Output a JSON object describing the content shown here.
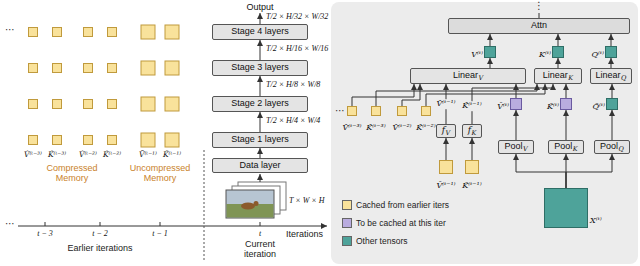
{
  "diagram": {
    "nodes": [
      {
        "text": [
          "Output"
        ]
      },
      {
        "text": [
          "Stage 4 layers"
        ]
      },
      {
        "text": [
          "Stage 3 layers"
        ]
      },
      {
        "text": [
          "Stage 2 layers"
        ]
      },
      {
        "text": [
          "Stage 1 layers"
        ]
      },
      {
        "text": [
          "Data layer"
        ]
      },
      {
        "text": [
          "Attn"
        ]
      },
      {
        "text": [
          "V⁽ᵗ⁾"
        ]
      },
      {
        "text": [
          "K⁽ᵗ⁾"
        ]
      },
      {
        "text": [
          "Q⁽ᵗ⁾"
        ]
      },
      {
        "text": [
          "Linear",
          "V"
        ]
      },
      {
        "text": [
          "Linear",
          "K"
        ]
      },
      {
        "text": [
          "Linear",
          "Q"
        ]
      },
      {
        "text": [
          "V̂⁽ᵗ⁻³⁾"
        ]
      },
      {
        "text": [
          "K̂⁽ᵗ⁻³⁾"
        ]
      },
      {
        "text": [
          "V̂⁽ᵗ⁻²⁾"
        ]
      },
      {
        "text": [
          "K̂⁽ᵗ⁻²⁾"
        ]
      },
      {
        "text": [
          "Ṽ⁽ᵗ⁾"
        ]
      },
      {
        "text": [
          "K̃⁽ᵗ⁾"
        ]
      },
      {
        "text": [
          "Q̃⁽ᵗ⁾"
        ]
      },
      {
        "text": [
          "f",
          "V"
        ]
      },
      {
        "text": [
          "f",
          "K"
        ]
      },
      {
        "text": [
          "Pool",
          "V"
        ]
      },
      {
        "text": [
          "Pool",
          "K"
        ]
      },
      {
        "text": [
          "Pool",
          "Q"
        ]
      },
      {
        "text": [
          "Ṽ⁽ᵗ⁻¹⁾"
        ]
      },
      {
        "text": [
          "K̃⁽ᵗ⁻¹⁾"
        ]
      },
      {
        "text": [
          "X⁽ᵗ⁾"
        ]
      }
    ],
    "edges": [
      {
        "from": 5,
        "to": 4,
        "arrow": "to"
      },
      {
        "from": 4,
        "to": 3,
        "arrow": "to"
      },
      {
        "from": 3,
        "to": 2,
        "arrow": "to"
      },
      {
        "from": 2,
        "to": 1,
        "arrow": "to"
      },
      {
        "from": 1,
        "to": 0,
        "arrow": "to"
      },
      {
        "from": 7,
        "to": 6,
        "arrow": "to"
      },
      {
        "from": 8,
        "to": 6,
        "arrow": "to"
      },
      {
        "from": 9,
        "to": 6,
        "arrow": "to"
      },
      {
        "from": 10,
        "to": 7,
        "arrow": "to"
      },
      {
        "from": 11,
        "to": 8,
        "arrow": "to"
      },
      {
        "from": 12,
        "to": 9,
        "arrow": "to"
      },
      {
        "from": 13,
        "to": 10,
        "arrow": "to"
      },
      {
        "from": 15,
        "to": 10,
        "arrow": "to"
      },
      {
        "from": 14,
        "to": 11,
        "arrow": "to"
      },
      {
        "from": 16,
        "to": 11,
        "arrow": "to"
      },
      {
        "from": 17,
        "to": 10,
        "arrow": "to"
      },
      {
        "from": 18,
        "to": 11,
        "arrow": "to"
      },
      {
        "from": 19,
        "to": 12,
        "arrow": "to"
      },
      {
        "from": 20,
        "to": 10,
        "label": "V̂⁽ᵗ⁻¹⁾",
        "arrow": "to"
      },
      {
        "from": 21,
        "to": 11,
        "label": "K̂⁽ᵗ⁻¹⁾",
        "arrow": "to"
      },
      {
        "from": 22,
        "to": 17,
        "arrow": "to"
      },
      {
        "from": 23,
        "to": 18,
        "arrow": "to"
      },
      {
        "from": 24,
        "to": 19,
        "arrow": "to"
      },
      {
        "from": 25,
        "to": 20,
        "arrow": "to"
      },
      {
        "from": 26,
        "to": 21,
        "arrow": "to"
      },
      {
        "from": 27,
        "to": 22,
        "arrow": "to"
      },
      {
        "from": 27,
        "to": 23,
        "arrow": "to"
      },
      {
        "from": 27,
        "to": 24,
        "arrow": "to"
      }
    ],
    "labels": [
      "⋯",
      "T/2 × H/32 × W/32",
      "T/2 × H/16 × W/16",
      "T/2 × H/8 × W/8",
      "T/2 × H/4 × W/4",
      "V̂⁽ᵗ⁻³⁾",
      "K̂⁽ᵗ⁻³⁾",
      "V̂⁽ᵗ⁻²⁾",
      "K̂⁽ᵗ⁻²⁾",
      "Ṽ⁽ᵗ⁻¹⁾",
      "K̃⁽ᵗ⁻¹⁾",
      "Compressed Memory",
      "Uncompressed Memory",
      "T × W × H",
      "⋯",
      "t − 3",
      "t − 2",
      "t − 1",
      "t",
      "Iterations",
      "Earlier iterations",
      "Current iteration",
      "⋮",
      "⋯"
    ],
    "legend": [
      {
        "text": "Cached from earlier iters",
        "color": "#f9e29b"
      },
      {
        "text": "To be cached at this iter",
        "color": "#b9acdf"
      },
      {
        "text": "Other tensors",
        "color": "#4ea39a"
      }
    ]
  }
}
